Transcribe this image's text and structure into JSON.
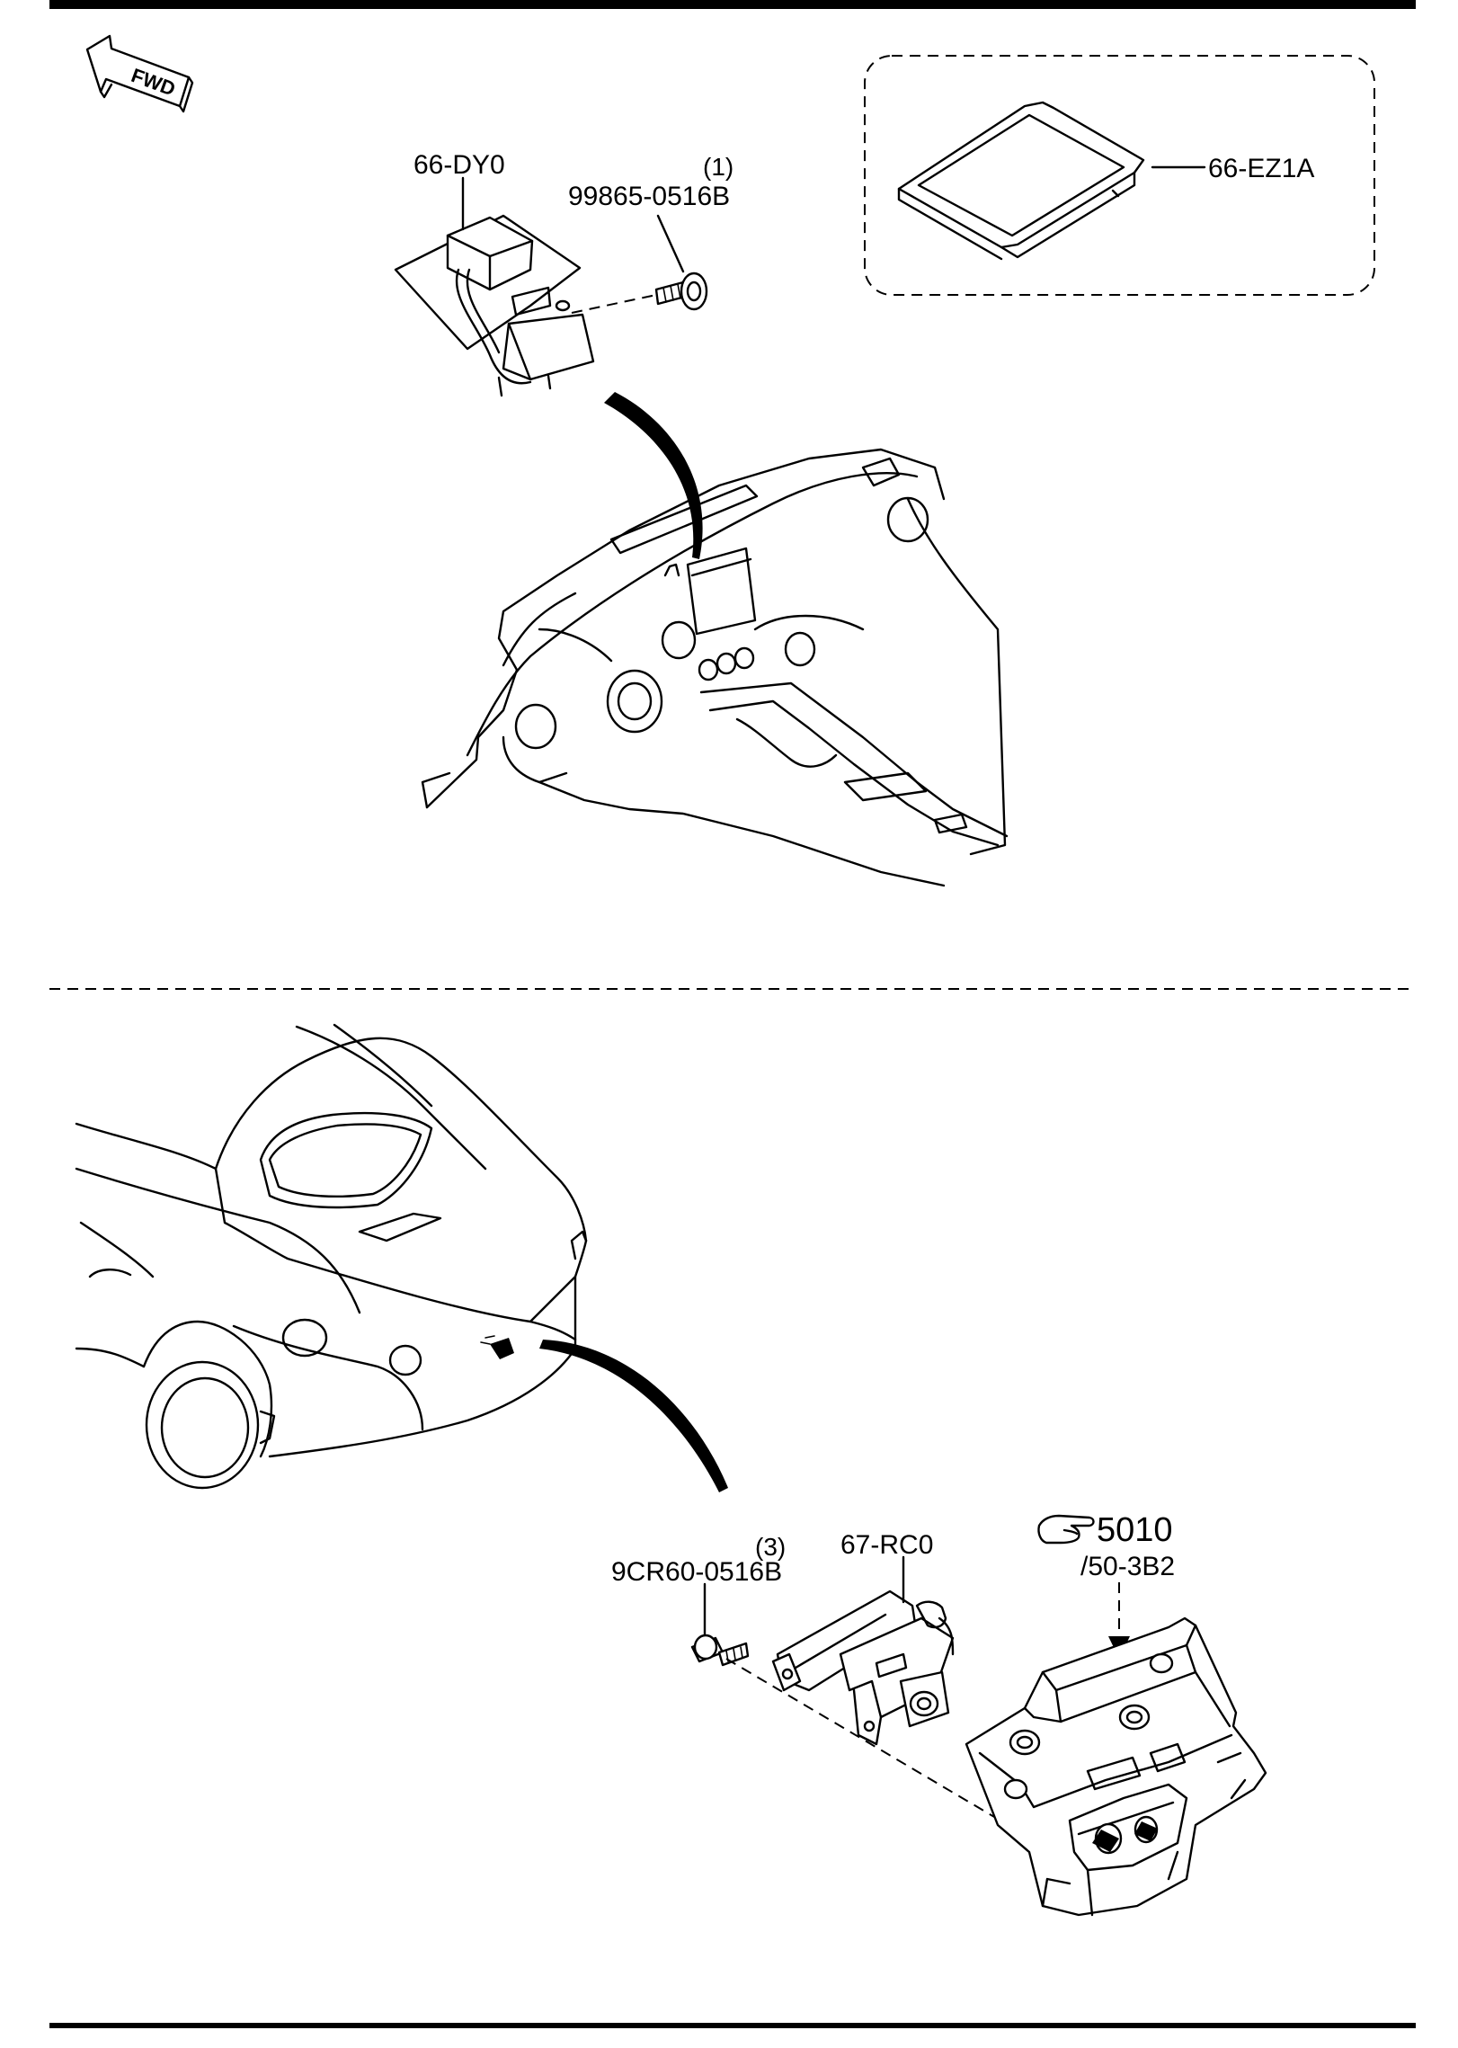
{
  "fwd_label": "FWD",
  "labels": {
    "control_module": "66-DY0",
    "screw_top_qty": "(1)",
    "screw_top_part": "99865-0516B",
    "sd_card": "66-EZ1A",
    "screw_bottom_qty": "(3)",
    "screw_bottom_part": "9CR60-0516B",
    "camera": "67-RC0",
    "ref_number": "5010",
    "ref_sub": "/50-3B2"
  },
  "icons": [
    "fwd-arrow-icon",
    "pointing-hand-icon"
  ],
  "colors": {
    "line": "#000000",
    "background": "#ffffff"
  }
}
